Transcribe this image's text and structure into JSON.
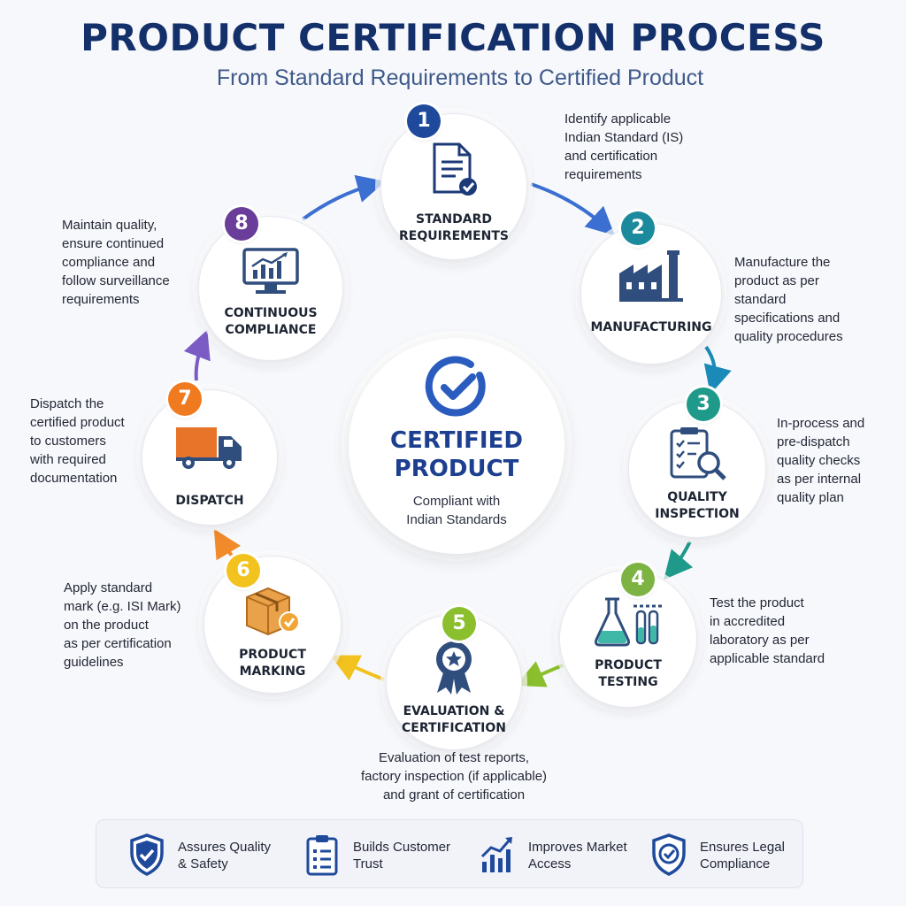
{
  "header": {
    "title": "PRODUCT CERTIFICATION PROCESS",
    "subtitle": "From Standard Requirements to Certified Product"
  },
  "center": {
    "title_line1": "CERTIFIED",
    "title_line2": "PRODUCT",
    "sub_line1": "Compliant with",
    "sub_line2": "Indian Standards",
    "icon": "check-badge-icon"
  },
  "steps": [
    {
      "number": "1",
      "label_line1": "STANDARD",
      "label_line2": "REQUIREMENTS",
      "icon": "document-check-icon",
      "color": "#1f4a9c",
      "desc": [
        "Identify applicable",
        "Indian Standard (IS)",
        "and certification",
        "requirements"
      ]
    },
    {
      "number": "2",
      "label_line1": "MANUFACTURING",
      "label_line2": "",
      "icon": "factory-icon",
      "color": "#1b8a9c",
      "desc": [
        "Manufacture the",
        "product as per",
        "standard",
        "specifications and",
        "quality procedures"
      ]
    },
    {
      "number": "3",
      "label_line1": "QUALITY",
      "label_line2": "INSPECTION",
      "icon": "clipboard-magnifier-icon",
      "color": "#1f9a8a",
      "desc": [
        "In-process and",
        "pre-dispatch",
        "quality checks",
        "as per internal",
        "quality plan"
      ]
    },
    {
      "number": "4",
      "label_line1": "PRODUCT",
      "label_line2": "TESTING",
      "icon": "lab-flask-icon",
      "color": "#7cb342",
      "desc": [
        "Test the product",
        "in accredited",
        "laboratory as per",
        "applicable standard"
      ]
    },
    {
      "number": "5",
      "label_line1": "EVALUATION &",
      "label_line2": "CERTIFICATION",
      "icon": "award-ribbon-icon",
      "color": "#8bbf2e",
      "desc": [
        "Evaluation of test reports,",
        "factory inspection (if applicable)",
        "and grant of certification"
      ]
    },
    {
      "number": "6",
      "label_line1": "PRODUCT",
      "label_line2": "MARKING",
      "icon": "box-check-icon",
      "color": "#f2c21f",
      "desc": [
        "Apply standard",
        "mark (e.g. ISI Mark)",
        "on the product",
        "as per certification",
        "guidelines"
      ]
    },
    {
      "number": "7",
      "label_line1": "DISPATCH",
      "label_line2": "",
      "icon": "truck-icon",
      "color": "#f07a1f",
      "desc": [
        "Dispatch the",
        "certified product",
        "to customers",
        "with required",
        "documentation"
      ]
    },
    {
      "number": "8",
      "label_line1": "CONTINUOUS",
      "label_line2": "COMPLIANCE",
      "icon": "monitor-chart-icon",
      "color": "#6a3d9a",
      "desc": [
        "Maintain quality,",
        "ensure continued",
        "compliance and",
        "follow surveillance",
        "requirements"
      ]
    }
  ],
  "benefits": [
    {
      "line1": "Assures Quality",
      "line2": "& Safety",
      "icon": "shield-check-icon"
    },
    {
      "line1": "Builds Customer",
      "line2": "Trust",
      "icon": "clipboard-list-icon"
    },
    {
      "line1": "Improves Market",
      "line2": "Access",
      "icon": "bar-chart-growth-icon"
    },
    {
      "line1": "Ensures Legal",
      "line2": "Compliance",
      "icon": "shield-badge-icon"
    }
  ],
  "colors": {
    "title": "#14306b",
    "primary_blue": "#1f4a9c",
    "arrow_blue": "#3b6fd1"
  }
}
